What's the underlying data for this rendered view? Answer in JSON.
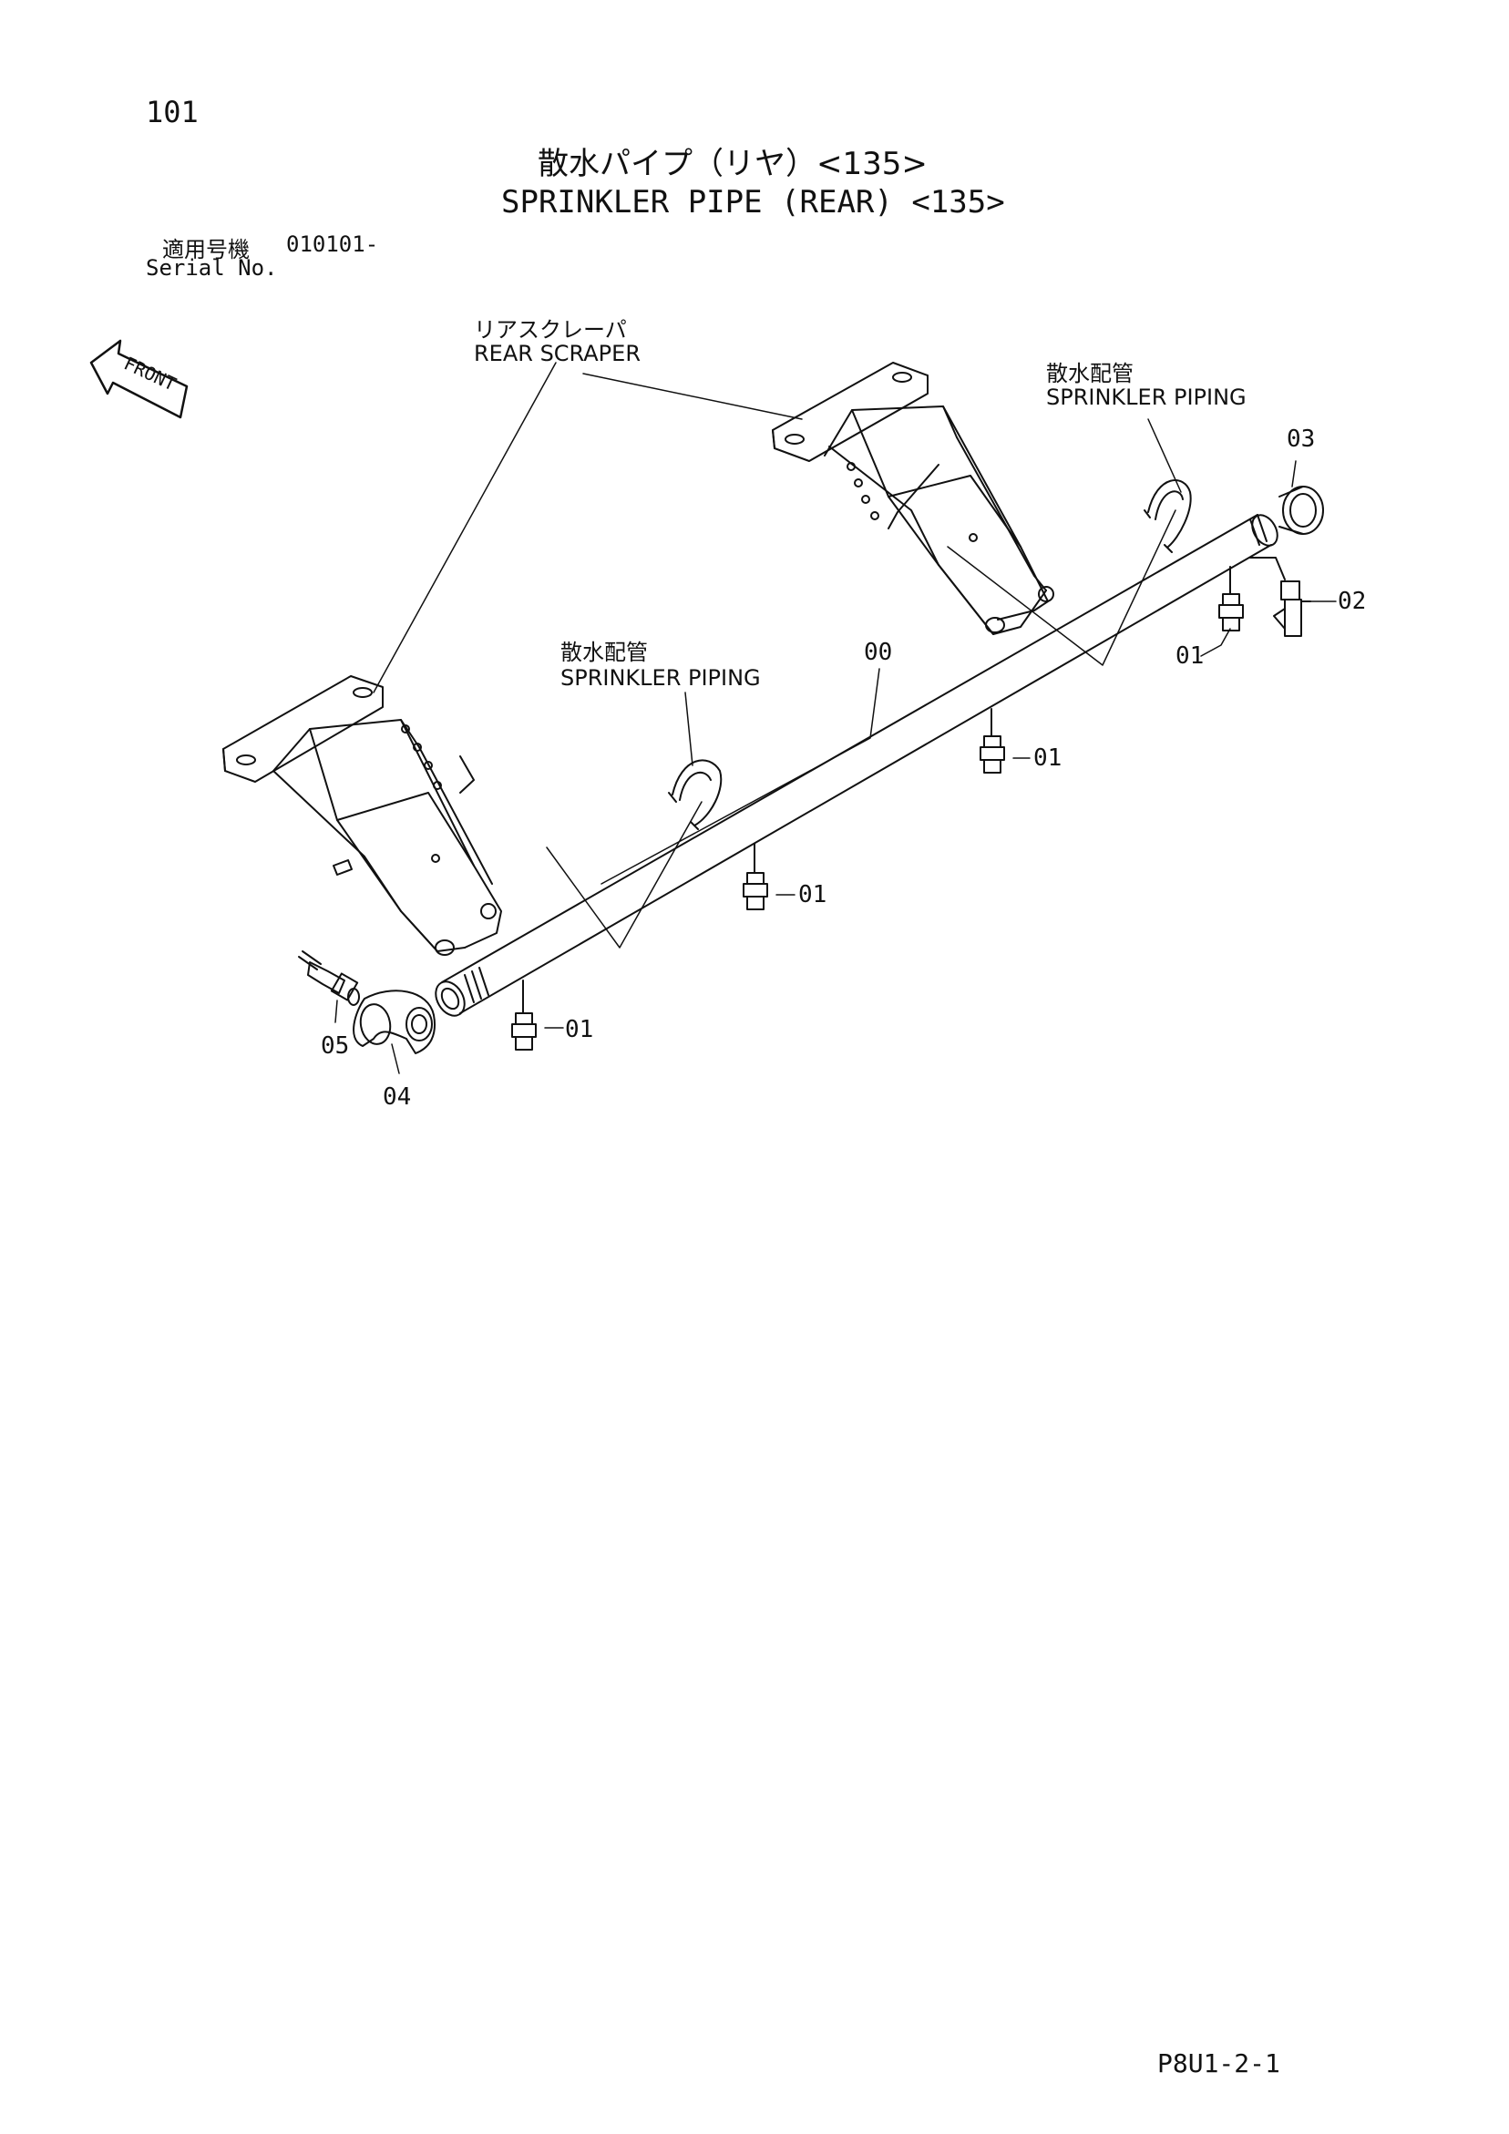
{
  "page_number": "101",
  "title_ja": "散水パイプ（リヤ）<135>",
  "title_en": "SPRINKLER PIPE (REAR) <135>",
  "serial": {
    "label_ja": "適用号機",
    "label_en": "Serial No.",
    "value": "010101-"
  },
  "front_label": "FRONT",
  "callouts": {
    "rear_scraper": {
      "ja": "リアスクレーパ",
      "en": "REAR SCRAPER"
    },
    "sprinkler_piping_right": {
      "ja": "散水配管",
      "en": "SPRINKLER PIPING"
    },
    "sprinkler_piping_left": {
      "ja": "散水配管",
      "en": "SPRINKLER PIPING"
    }
  },
  "part_numbers": {
    "p00": "00",
    "p01_a": "01",
    "p01_b": "01",
    "p01_c": "01",
    "p01_d": "01",
    "p02": "02",
    "p03": "03",
    "p04": "04",
    "p05": "05"
  },
  "figure_code": "P8U1-2-1"
}
